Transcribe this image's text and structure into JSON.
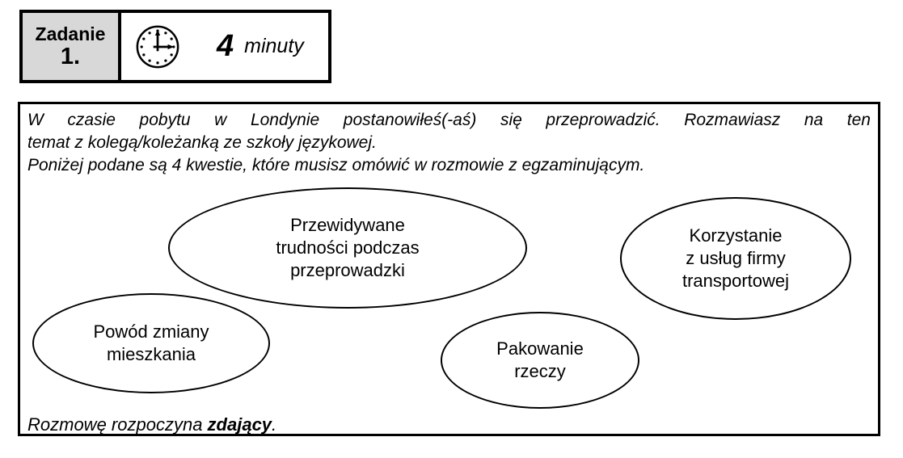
{
  "task_header": {
    "task_label": "Zadanie",
    "task_number": "1.",
    "clock_icon": "clock showing 3 o'clock",
    "duration_value": "4",
    "duration_unit": "minuty"
  },
  "instructions": {
    "line1": "W czasie pobytu w Londynie postanowiłeś(-aś) się przeprowadzić. Rozmawiasz na ten",
    "line2": "temat z kolegą/koleżanką ze szkoły językowej.",
    "line3": "Poniżej podane są 4 kwestie, które musisz omówić w rozmowie z egzaminującym."
  },
  "topics": [
    {
      "label": "Przewidywane\ntrudności podczas\nprzeprowadzki"
    },
    {
      "label": "Korzystanie\nz usług firmy\ntransportowej"
    },
    {
      "label": "Powód zmiany\nmieszkania"
    },
    {
      "label": "Pakowanie\nrzeczy"
    }
  ],
  "footer": {
    "prefix": "Rozmowę rozpoczyna ",
    "emphasis": "zdający",
    "suffix": "."
  },
  "colors": {
    "border": "#000000",
    "text": "#000000",
    "task_cell_bg": "#d8d8d8",
    "page_bg": "#ffffff"
  }
}
